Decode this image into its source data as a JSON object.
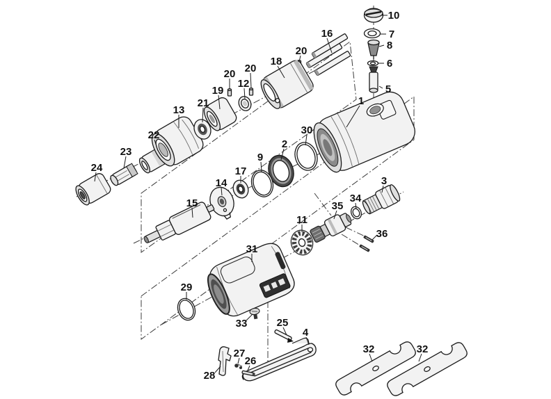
{
  "diagram": {
    "kind": "exploded-parts-diagram",
    "colors": {
      "background": "#ffffff",
      "ink": "#1a1a1a",
      "construction": "#3c3c3c"
    },
    "callouts": {
      "n1": "1",
      "n2": "2",
      "n3": "3",
      "n4": "4",
      "n5": "5",
      "n6": "6",
      "n7": "7",
      "n8": "8",
      "n9": "9",
      "n10": "10",
      "n11": "11",
      "n12": "12",
      "n13": "13",
      "n14": "14",
      "n15": "15",
      "n16": "16",
      "n17": "17",
      "n18": "18",
      "n19": "19",
      "n20a": "20",
      "n20b": "20",
      "n20c": "20",
      "n21": "21",
      "n22": "22",
      "n23": "23",
      "n24": "24",
      "n25": "25",
      "n26": "26",
      "n27": "27",
      "n28": "28",
      "n29": "29",
      "n30": "30",
      "n31": "31",
      "n32a": "32",
      "n32b": "32",
      "n33": "33",
      "n34": "34",
      "n35": "35",
      "n36": "36"
    }
  }
}
